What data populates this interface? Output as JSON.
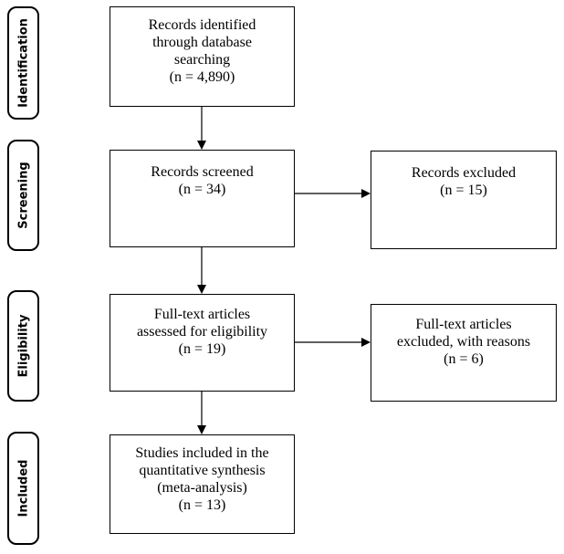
{
  "stages": {
    "identification": "Identification",
    "screening": "Screening",
    "eligibility": "Eligibility",
    "included": "Included"
  },
  "boxes": {
    "identified": {
      "lines": [
        "Records identified",
        "through database",
        "searching",
        "(n =  4,890)"
      ]
    },
    "screened": {
      "lines": [
        "Records screened",
        "(n =  34)"
      ]
    },
    "excluded": {
      "lines": [
        "Records excluded",
        "(n =  15)"
      ]
    },
    "fulltext_assessed": {
      "lines": [
        "Full-text articles",
        "assessed for eligibility",
        "(n =  19)"
      ]
    },
    "fulltext_excluded": {
      "lines": [
        "Full-text articles",
        "excluded, with reasons",
        "(n = 6)"
      ]
    },
    "included_studies": {
      "lines": [
        "Studies included in the",
        "quantitative synthesis",
        "(meta-analysis)",
        "(n = 13)"
      ]
    }
  }
}
